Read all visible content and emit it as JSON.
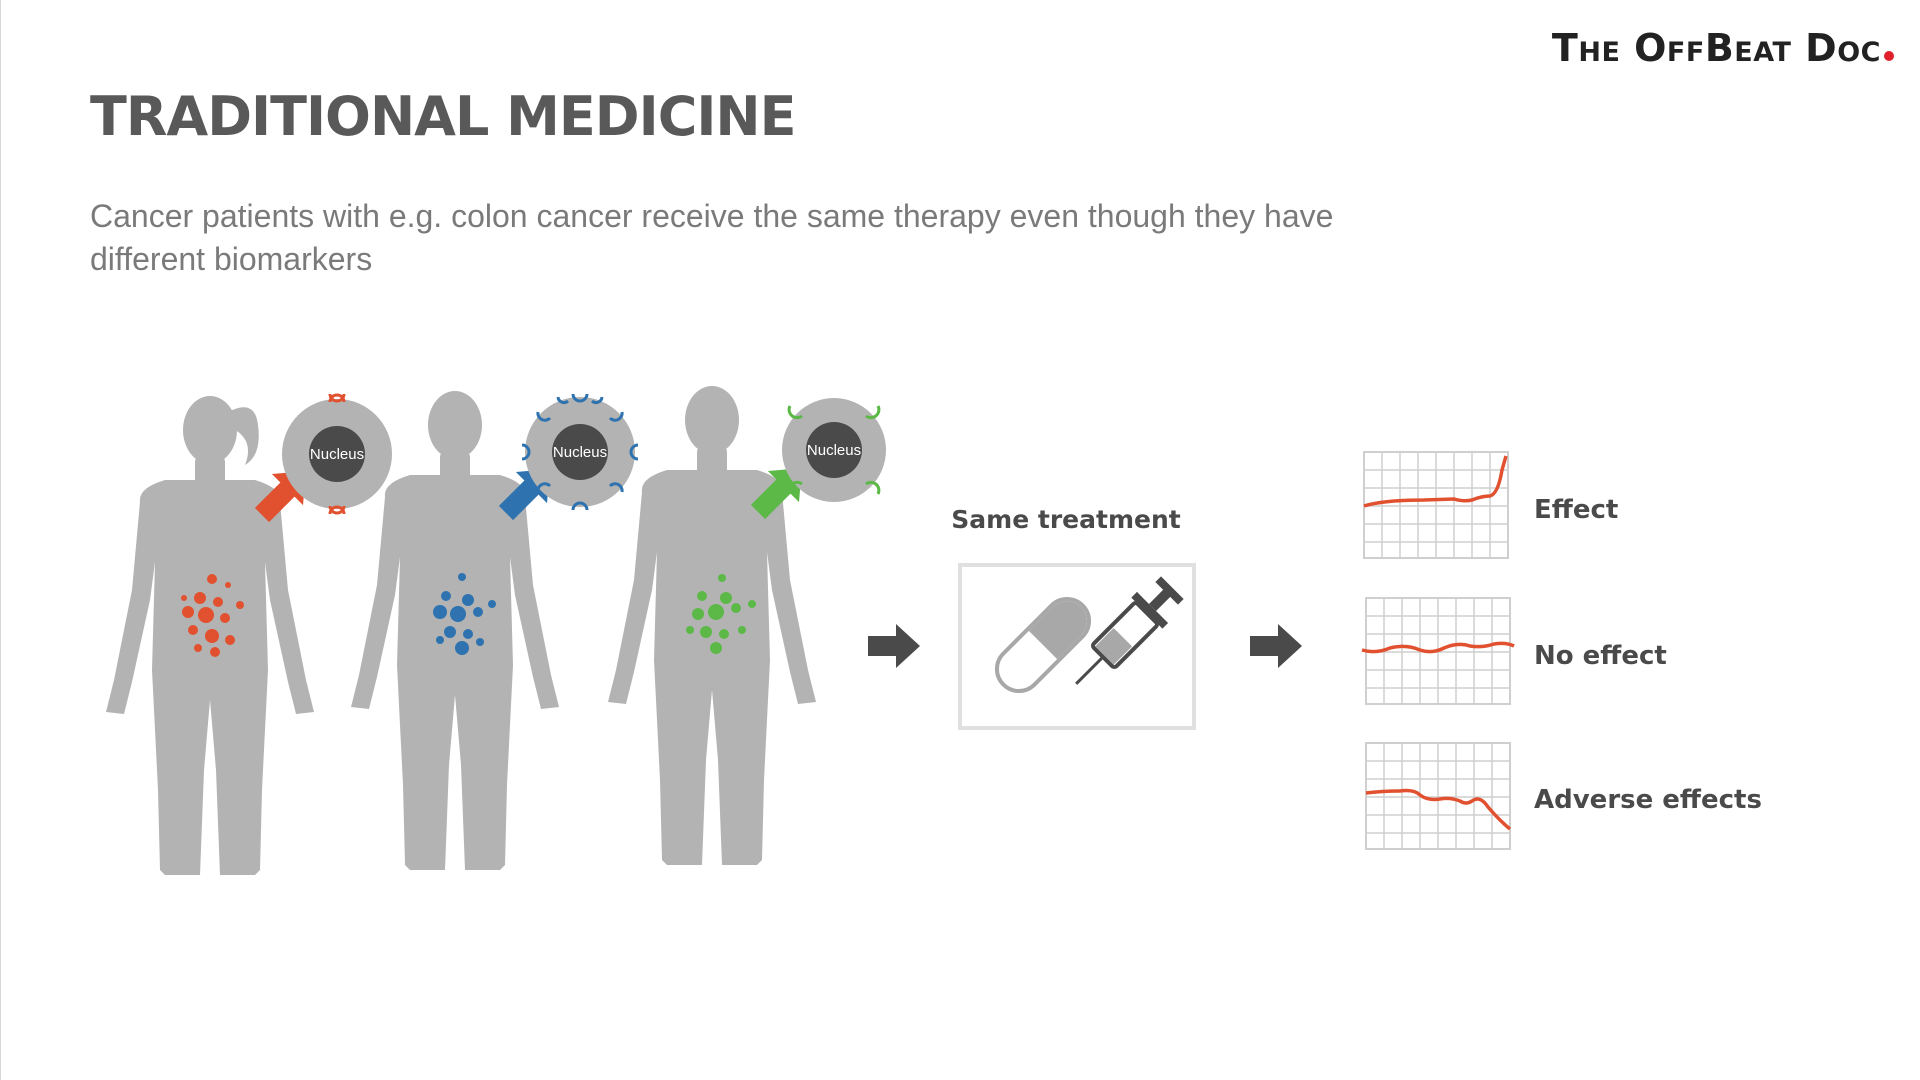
{
  "brand": {
    "parts": [
      "The ",
      "OffBeat",
      " Doc"
    ],
    "dot_color": "#e0202a"
  },
  "slide": {
    "title": "TRADITIONAL MEDICINE",
    "subtitle": "Cancer patients with e.g. colon cancer receive the same therapy even though they have different biomarkers"
  },
  "patients": [
    {
      "figure": "female",
      "cell_label": "Nucleus",
      "biomarker_color": "#e2512f",
      "icon": "red-arrow-icon"
    },
    {
      "figure": "male",
      "cell_label": "Nucleus",
      "biomarker_color": "#2e73b0",
      "icon": "blue-arrow-icon"
    },
    {
      "figure": "male",
      "cell_label": "Nucleus",
      "biomarker_color": "#5cb947",
      "icon": "green-arrow-icon"
    }
  ],
  "treatment": {
    "label": "Same treatment",
    "icons": [
      "pill-icon",
      "syringe-icon"
    ]
  },
  "outcomes": [
    {
      "label": "Effect",
      "trend": "up"
    },
    {
      "label": "No effect",
      "trend": "flat"
    },
    {
      "label": "Adverse effects",
      "trend": "down"
    }
  ],
  "colors": {
    "silhouette": "#b3b3b3",
    "arrow_dark": "#4a4a4a",
    "outcome_line": "#e2512f",
    "grid": "#cfcfcf"
  }
}
